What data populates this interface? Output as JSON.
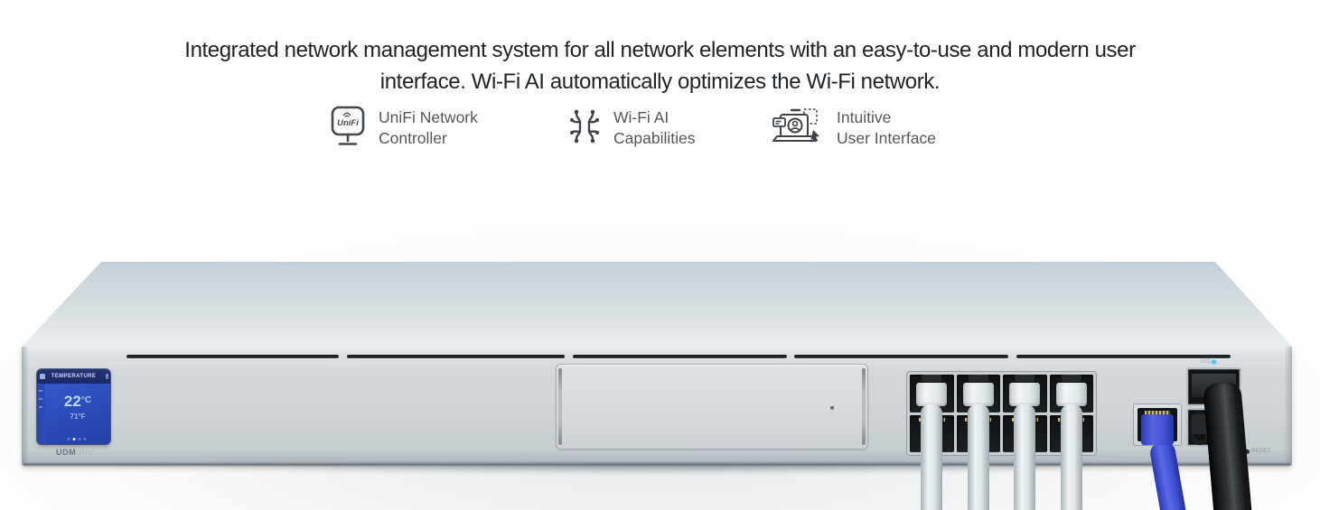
{
  "hero": {
    "headline_line1": "Integrated network management system for all network elements with an easy-to-use and modern user",
    "headline_line2": "interface. Wi-Fi AI automatically optimizes the Wi-Fi network."
  },
  "features": [
    {
      "icon": "unifi-network-controller-icon",
      "icon_text": "UniFi",
      "line1": "UniFi Network",
      "line2": "Controller"
    },
    {
      "icon": "wifi-ai-icon",
      "line1": "Wi-Fi AI",
      "line2": "Capabilities"
    },
    {
      "icon": "intuitive-user-interface-icon",
      "line1": "Intuitive",
      "line2": "User Interface"
    }
  ],
  "device": {
    "model": "UDM",
    "model_variant": "Pro",
    "lcd_screen": {
      "title": "TEMPERATURE",
      "temp_value": "22",
      "temp_unit": "°C",
      "temp_alt": "71°F"
    },
    "labels": {
      "sfp_led": "10G",
      "reset": "RESET"
    },
    "colors": {
      "wan_cable_blue": "#4353d6",
      "lcd_blue": "#2e4fbe",
      "lcd_header_navy": "#1b2a6e",
      "temp_text_blue": "#bcd8fa"
    }
  }
}
